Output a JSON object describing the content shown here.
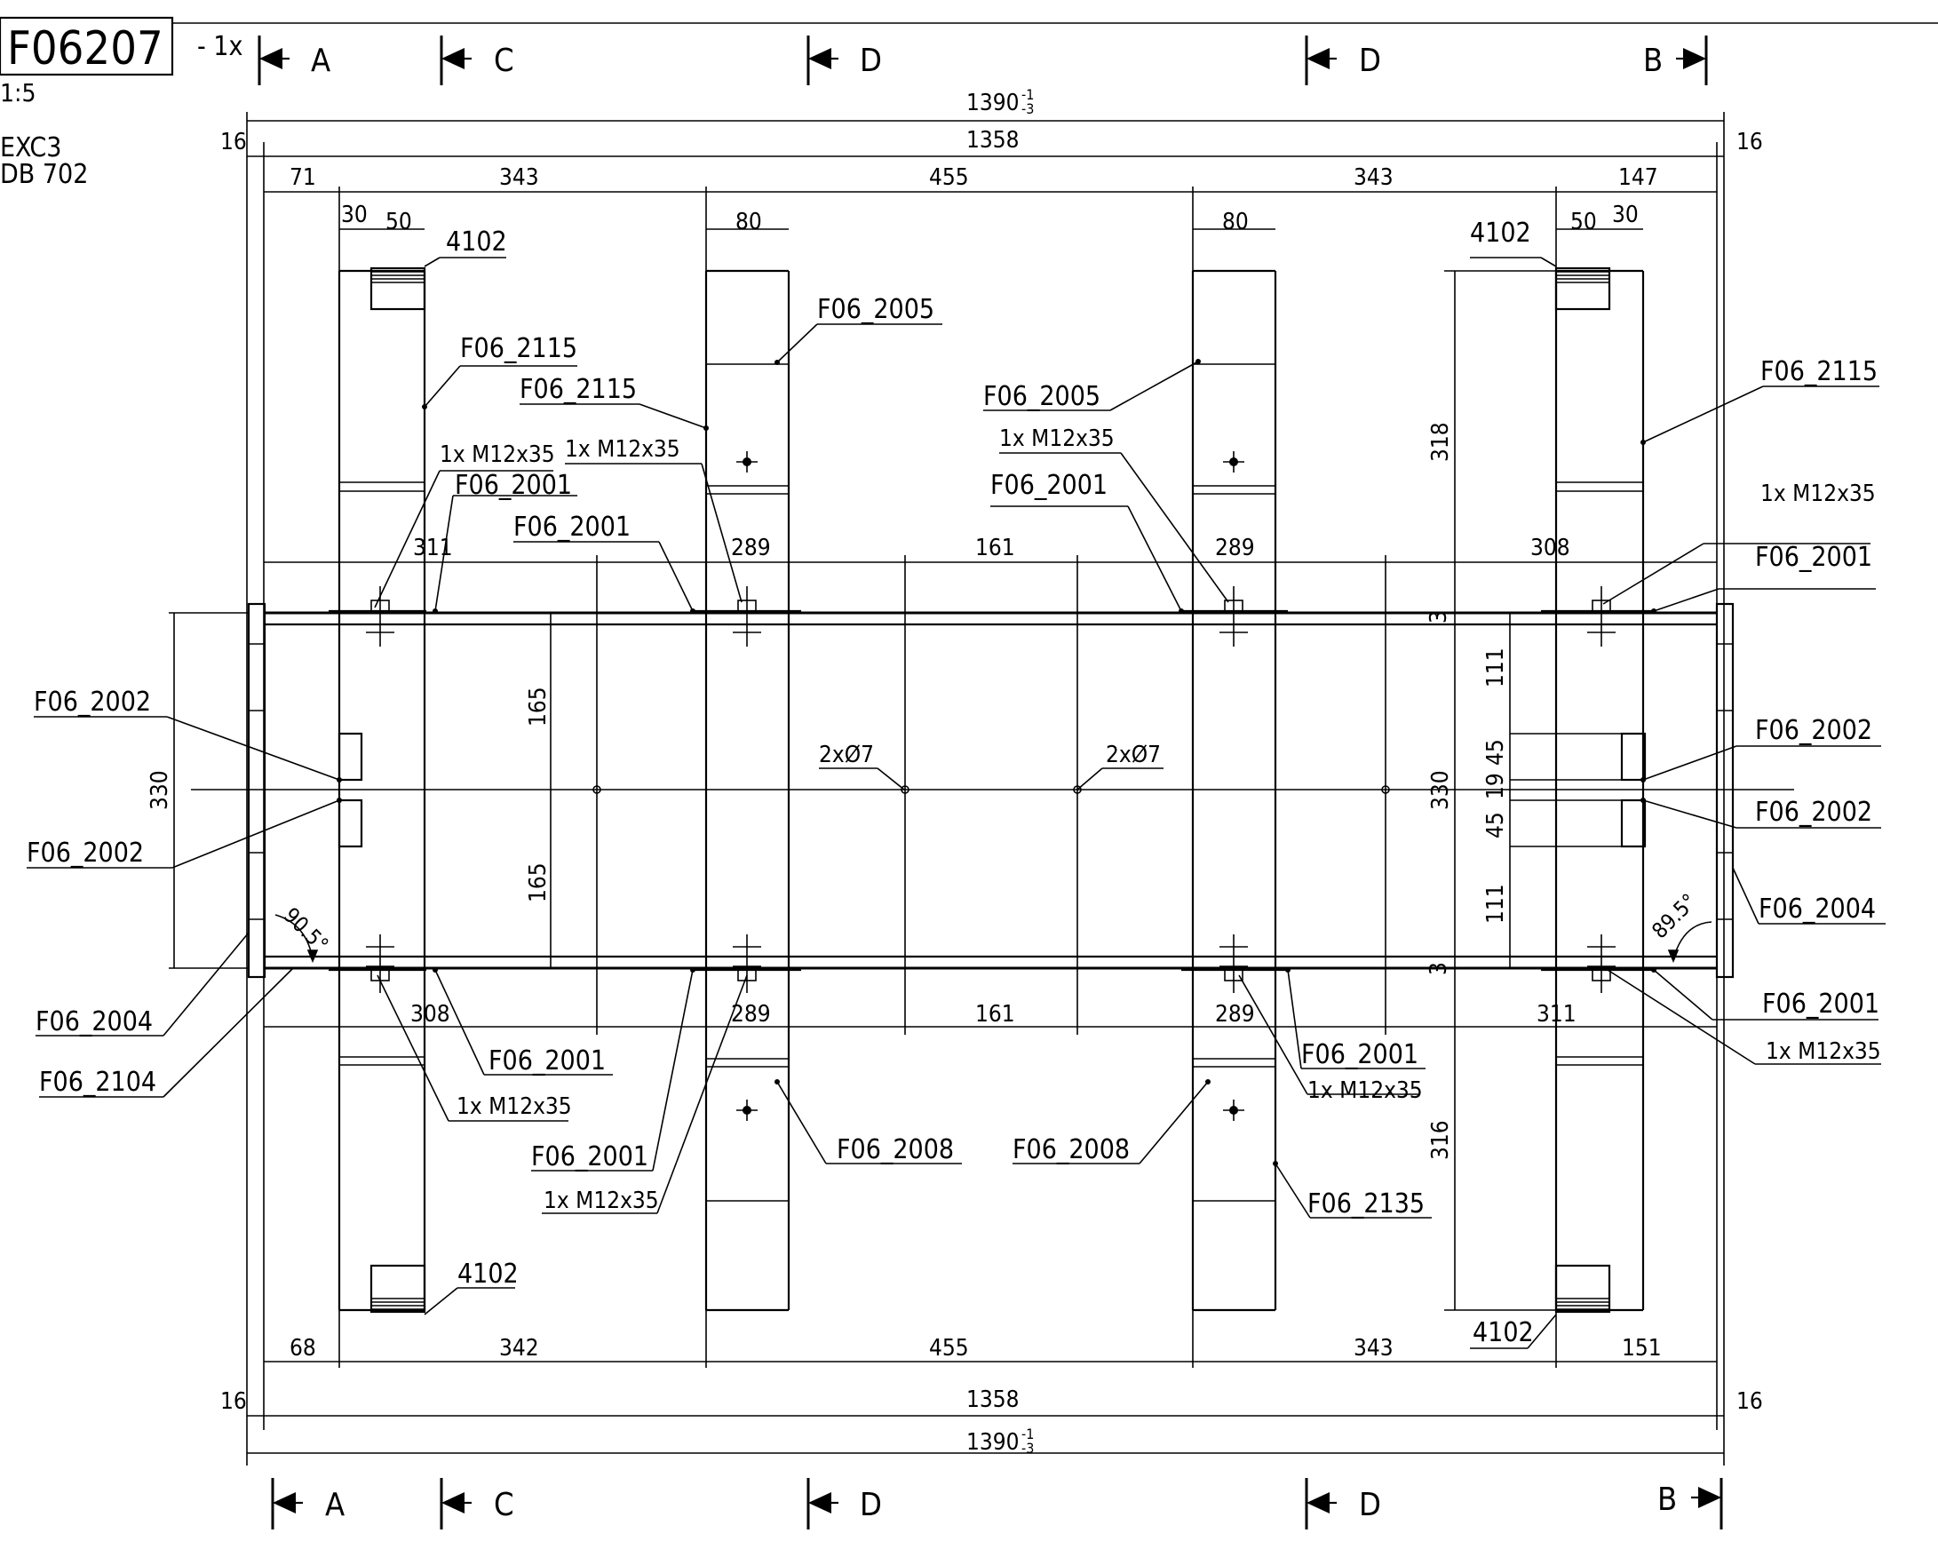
{
  "title_block": {
    "part_number": "F06207",
    "quantity": "- 1x",
    "scale": "1:5",
    "execution_class": "EXC3",
    "db_code": "DB 702"
  },
  "section_markers": {
    "top": [
      "A",
      "C",
      "D",
      "D",
      "B"
    ],
    "bottom": [
      "A",
      "C",
      "D",
      "D",
      "B"
    ]
  },
  "dimensions": {
    "overall": "1390",
    "overall_tol_upper": "-1",
    "overall_tol_lower": "-3",
    "inner": "1358",
    "end_offset": "16",
    "top_chain": [
      "71",
      "343",
      "455",
      "343",
      "147"
    ],
    "bottom_chain": [
      "68",
      "342",
      "455",
      "343",
      "151"
    ],
    "flange_30": "30",
    "flange_50": "50",
    "web_80": "80",
    "upper_chain": [
      "311",
      "289",
      "161",
      "289",
      "308"
    ],
    "lower_chain": [
      "308",
      "289",
      "161",
      "289",
      "311"
    ],
    "height_330": "330",
    "half_165": "165",
    "right_upper": "318",
    "right_lower": "316",
    "right_111": "111",
    "right_45": "45",
    "right_19": "19",
    "right_3": "3",
    "angle_left": "90.5°",
    "angle_right": "89.5°"
  },
  "labels": {
    "p4102": "4102",
    "f2115": "F06_2115",
    "f2005": "F06_2005",
    "f2001": "F06_2001",
    "f2002": "F06_2002",
    "f2004": "F06_2004",
    "f2104": "F06_2104",
    "f2008": "F06_2008",
    "f2135": "F06_2135",
    "bolt": "1x M12x35",
    "holes": "2xØ7"
  }
}
